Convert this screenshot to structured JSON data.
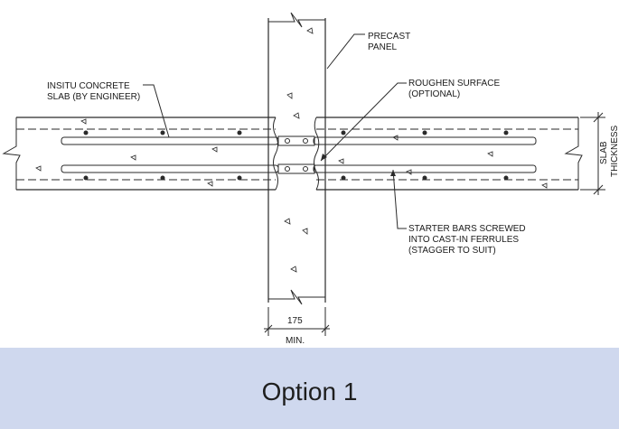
{
  "drawing": {
    "labels": {
      "precast_panel": [
        "PRECAST",
        "PANEL"
      ],
      "insitu_slab": [
        "INSITU CONCRETE",
        "SLAB (BY ENGINEER)"
      ],
      "roughen_surface": [
        "ROUGHEN SURFACE",
        "(OPTIONAL)"
      ],
      "starter_bars": [
        "STARTER BARS SCREWED",
        "INTO CAST-IN FERRULES",
        "(STAGGER TO SUIT)"
      ],
      "slab_thickness": [
        "SLAB",
        "THICKNESS"
      ],
      "dimension_value": "175",
      "dimension_note": "MIN."
    },
    "colors": {
      "line": "#2a2a2a",
      "caption_band": "#cfd8ee"
    }
  },
  "caption": {
    "text": "Option 1"
  }
}
